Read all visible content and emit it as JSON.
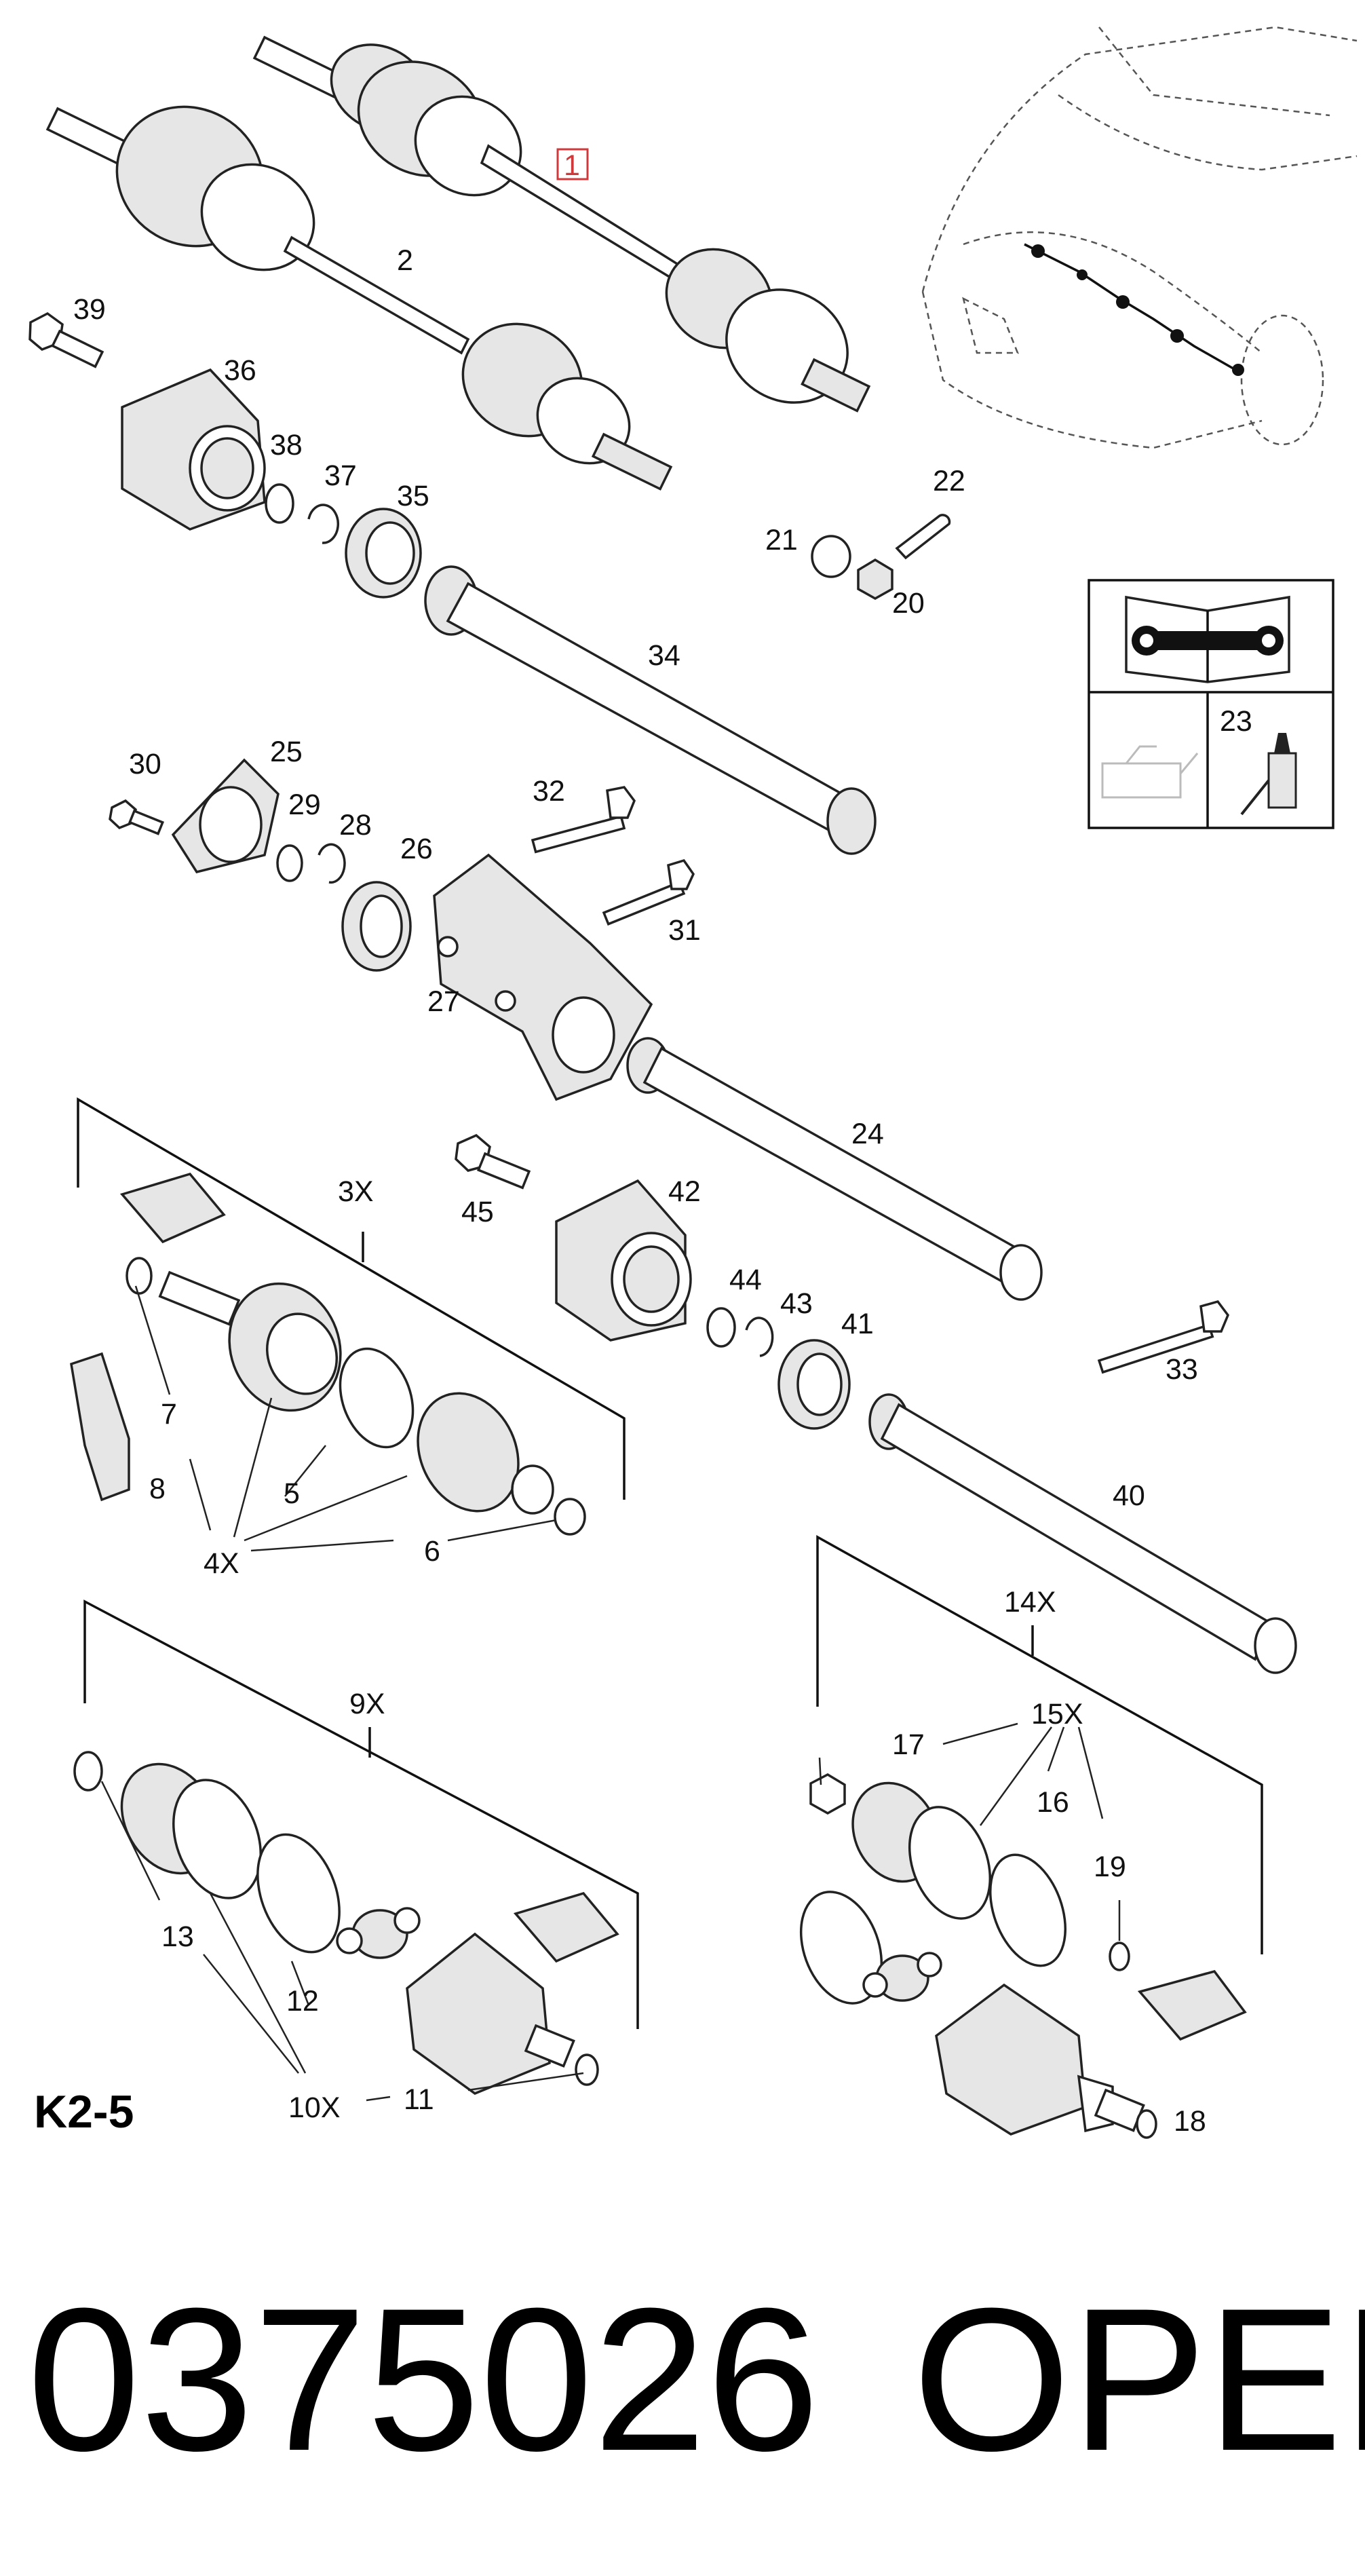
{
  "diagram": {
    "sheet_code": "K2-5",
    "part_number": "0375026",
    "brand": "OPEL",
    "highlighted_callout": "1",
    "callouts": {
      "c1": "1",
      "c2": "2",
      "c3x": "3X",
      "c4x": "4X",
      "c5": "5",
      "c6": "6",
      "c7": "7",
      "c8": "8",
      "c9x": "9X",
      "c10x": "10X",
      "c11": "11",
      "c12": "12",
      "c13": "13",
      "c14x": "14X",
      "c15x": "15X",
      "c16": "16",
      "c17": "17",
      "c18": "18",
      "c19": "19",
      "c20": "20",
      "c21": "21",
      "c22": "22",
      "c23": "23",
      "c24": "24",
      "c25": "25",
      "c26": "26",
      "c27": "27",
      "c28": "28",
      "c29": "29",
      "c30": "30",
      "c31": "31",
      "c32": "32",
      "c33": "33",
      "c34": "34",
      "c35": "35",
      "c36": "36",
      "c37": "37",
      "c38": "38",
      "c39": "39",
      "c40": "40",
      "c41": "41",
      "c42": "42",
      "c43": "43",
      "c44": "44",
      "c45": "45"
    },
    "icons": {
      "manual": "repair-manual-wrench-icon",
      "oil": "oil-can-icon",
      "grease": "grease-tube-icon"
    },
    "colors": {
      "highlight": "#d0393b",
      "line": "#111111"
    }
  }
}
